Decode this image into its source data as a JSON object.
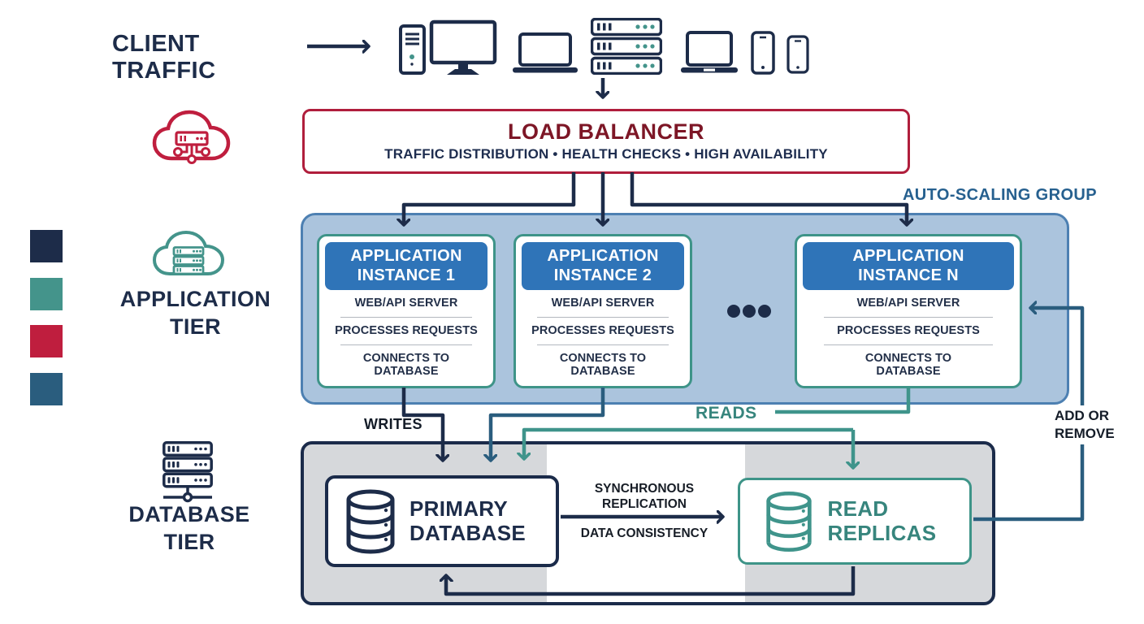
{
  "client": {
    "label": "CLIENT TRAFFIC",
    "device_icons": [
      "desktop-icon",
      "laptop-icon",
      "server-rack-icon",
      "laptop-icon",
      "smartphone-icon",
      "smartphone-icon"
    ]
  },
  "load_balancer": {
    "title": "LOAD BALANCER",
    "subtitle": "TRAFFIC DISTRIBUTION • HEALTH CHECKS • HIGH AVAILABILITY"
  },
  "app_tier": {
    "group_label": "AUTO-SCALING GROUP",
    "tier_label_line1": "APPLICATION",
    "tier_label_line2": "TIER",
    "tier_icon": "cloud-servers-icon",
    "ellipsis_icon": "three-dots-icon",
    "instances": [
      {
        "title_line1": "APPLICATION",
        "title_line2": "INSTANCE 1",
        "items": [
          "WEB/API SERVER",
          "PROCESSES REQUESTS",
          "CONNECTS TO DATABASE"
        ]
      },
      {
        "title_line1": "APPLICATION",
        "title_line2": "INSTANCE 2",
        "items": [
          "WEB/API SERVER",
          "PROCESSES REQUESTS",
          "CONNECTS TO DATABASE"
        ]
      },
      {
        "title_line1": "APPLICATION",
        "title_line2": "INSTANCE N",
        "items": [
          "WEB/API SERVER",
          "PROCESSES REQUESTS",
          "CONNECTS TO DATABASE"
        ]
      }
    ]
  },
  "db_tier": {
    "tier_label_line1": "DATABASE",
    "tier_label_line2": "TIER",
    "tier_icon": "server-network-icon",
    "primary": {
      "title": "PRIMARY DATABASE",
      "icon": "database-cylinder-icon"
    },
    "replicas": {
      "title": "READ REPLICAS",
      "icon": "database-cylinder-icon"
    },
    "replication_label_top": "SYNCHRONOUS REPLICATION",
    "replication_label_bottom": "DATA CONSISTENCY"
  },
  "edges": {
    "writes": "WRITES",
    "reads": "READS",
    "add_or_remove": "ADD OR REMOVE"
  },
  "left_rail": {
    "load_balancer_icon": "cloud-load-balancer-icon",
    "legend_colors": [
      "#1d2c49",
      "#44948b",
      "#bf1e3e",
      "#2a5d7e"
    ]
  },
  "colors": {
    "navy": "#1d2c49",
    "teal": "#3f948b",
    "teal_accent": "#44948b",
    "crimson": "#bf1e3e",
    "maroon_text": "#7d1626",
    "steel_blue": "#2a5d7e",
    "group_label_blue": "#26608f",
    "header_blue": "#2f74b8",
    "asg_fill": "#abc4dd",
    "asg_border": "#4d80b2",
    "gray_panel": "#d6d8db"
  }
}
